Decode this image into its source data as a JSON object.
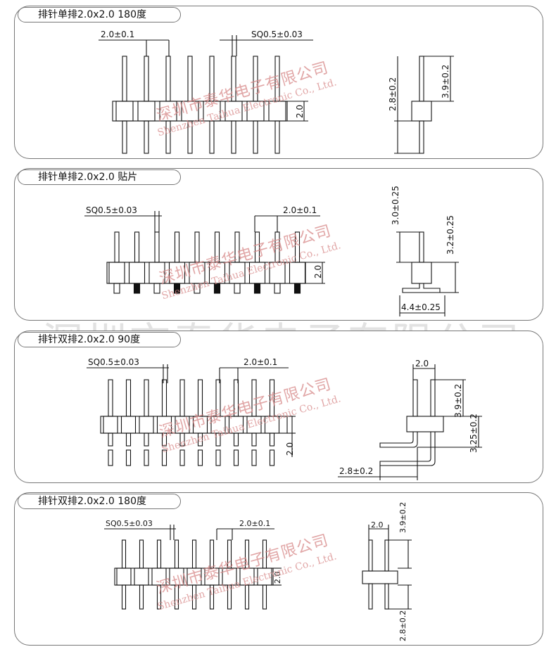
{
  "panels": [
    {
      "title": "排针单排2.0x2.0 180度",
      "dims": [
        "2.0±0.1",
        "SQ0.5±0.03",
        "2.0",
        "2.8±0.2",
        "3.9±0.2"
      ]
    },
    {
      "title": "排针单排2.0x2.0 贴片",
      "dims": [
        "SQ0.5±0.03",
        "2.0±0.1",
        "2.0",
        "3.0±0.25",
        "3.2±0.25",
        "4.4±0.25"
      ]
    },
    {
      "title": "排针双排2.0x2.0 90度",
      "dims": [
        "SQ0.5±0.03",
        "2.0±0.1",
        "2.0",
        "2.0",
        "3.9±0.2",
        "3.25±0.2",
        "2.8±0.2"
      ]
    },
    {
      "title": "排针双排2.0x2.0 180度",
      "dims": [
        "SQ0.5±0.03",
        "2.0±0.1",
        "2.0",
        "2.0",
        "3.9±0.2",
        "2.8±0.2"
      ]
    }
  ],
  "watermark": {
    "large": "深圳市泰华电子有限公司",
    "cn": "深圳市泰华电子有限公司",
    "en": "Shenzhen Taihua Electronic Co., Ltd."
  }
}
